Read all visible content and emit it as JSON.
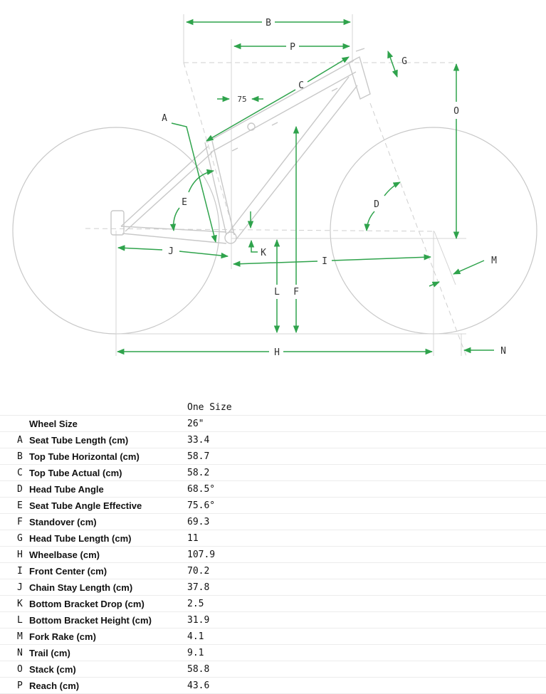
{
  "diagram": {
    "labels": {
      "A": "A",
      "B": "B",
      "C": "C",
      "D": "D",
      "E": "E",
      "F": "F",
      "G": "G",
      "H": "H",
      "I": "I",
      "J": "J",
      "K": "K",
      "L": "L",
      "M": "M",
      "N": "N",
      "O": "O",
      "P": "P",
      "angle75": "75"
    }
  },
  "table": {
    "column_header": "One Size",
    "rows": [
      {
        "letter": "",
        "label": "Wheel Size",
        "value": "26\""
      },
      {
        "letter": "A",
        "label": "Seat Tube Length (cm)",
        "value": "33.4"
      },
      {
        "letter": "B",
        "label": "Top Tube Horizontal (cm)",
        "value": "58.7"
      },
      {
        "letter": "C",
        "label": "Top Tube Actual (cm)",
        "value": "58.2"
      },
      {
        "letter": "D",
        "label": "Head Tube Angle",
        "value": "68.5°"
      },
      {
        "letter": "E",
        "label": "Seat Tube Angle Effective",
        "value": "75.6°"
      },
      {
        "letter": "F",
        "label": "Standover (cm)",
        "value": "69.3"
      },
      {
        "letter": "G",
        "label": "Head Tube Length (cm)",
        "value": "11"
      },
      {
        "letter": "H",
        "label": "Wheelbase (cm)",
        "value": "107.9"
      },
      {
        "letter": "I",
        "label": "Front Center (cm)",
        "value": "70.2"
      },
      {
        "letter": "J",
        "label": "Chain Stay Length (cm)",
        "value": "37.8"
      },
      {
        "letter": "K",
        "label": "Bottom Bracket Drop (cm)",
        "value": "2.5"
      },
      {
        "letter": "L",
        "label": "Bottom Bracket Height (cm)",
        "value": "31.9"
      },
      {
        "letter": "M",
        "label": "Fork Rake (cm)",
        "value": "4.1"
      },
      {
        "letter": "N",
        "label": "Trail (cm)",
        "value": "9.1"
      },
      {
        "letter": "O",
        "label": "Stack (cm)",
        "value": "58.8"
      },
      {
        "letter": "P",
        "label": "Reach (cm)",
        "value": "43.6"
      }
    ]
  }
}
